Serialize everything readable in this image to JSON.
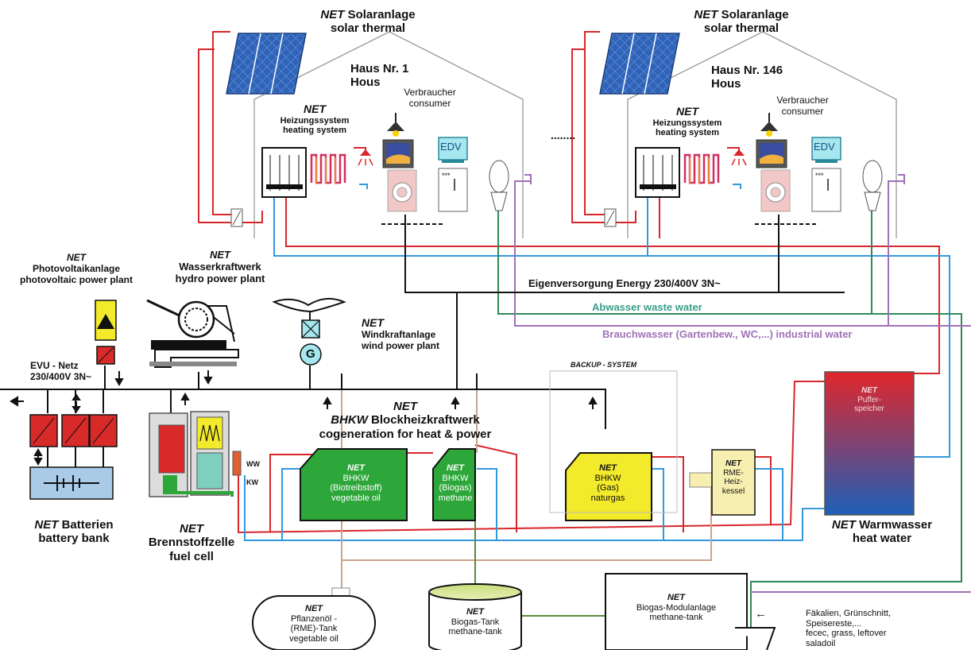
{
  "colors": {
    "hot_pipe": "#d9262b",
    "cold_pipe": "#3399dd",
    "waste_water": "#2e8b57",
    "industrial_water": "#a070b8",
    "oil_line": "#c9a48e",
    "biogas_line": "#5a8a3a",
    "power_line": "#111111",
    "chp_green": "#2da73a",
    "chp_yellow": "#f2ea2a",
    "battery_blue": "#a9cbe8",
    "inverter_red": "#d92a2a"
  },
  "house1": {
    "solar_net": "NET",
    "solar_de": "Solaranlage",
    "solar_en": "solar thermal",
    "title": "Haus Nr. 1",
    "subtitle": "Hous",
    "heating_net": "NET",
    "heating_de": "Heizungssystem",
    "heating_en": "heating system",
    "consumer_de": "Verbraucher",
    "consumer_en": "consumer",
    "edv": "EDV",
    "meter": "***"
  },
  "house146": {
    "solar_net": "NET",
    "solar_de": "Solaranlage",
    "solar_en": "solar thermal",
    "title": "Haus Nr. 146",
    "subtitle": "Hous",
    "heating_net": "NET",
    "heating_de": "Heizungssystem",
    "heating_en": "heating system",
    "consumer_de": "Verbraucher",
    "consumer_en": "consumer",
    "edv": "EDV",
    "meter": "***"
  },
  "ellipsis": "........",
  "lines": {
    "own_supply": "Eigenversorgung  Energy 230/400V  3N~",
    "waste_water": "Abwasser  waste water",
    "industrial_water": "Brauchwasser (Gartenbew., WC,...) industrial water"
  },
  "photovoltaic": {
    "net": "NET",
    "de": "Photovoltaikanlage",
    "en": "photovoltaic power plant"
  },
  "hydro": {
    "net": "NET",
    "de": "Wasserkraftwerk",
    "en": "hydro power plant"
  },
  "wind": {
    "net": "NET",
    "de": "Windkraftanlage",
    "en": "wind power plant",
    "generator": "G"
  },
  "grid": {
    "line1": "EVU - Netz",
    "line2": "230/400V  3N~"
  },
  "chp": {
    "net": "NET",
    "bhkw": "BHKW",
    "de": "Blockheizkraftwerk",
    "en": "cogeneration for heat & power"
  },
  "backup": "BACKUP - SYSTEM",
  "units": [
    {
      "net": "NET",
      "l1": "BHKW",
      "l2": "(Biotreibstoff)",
      "l3": "vegetable oil"
    },
    {
      "net": "NET",
      "l1": "BHKW",
      "l2": "(Biogas)",
      "l3": "methane"
    },
    {
      "net": "NET",
      "l1": "BHKW",
      "l2": "(Gas)",
      "l3": "naturgas"
    }
  ],
  "rme_boiler": {
    "net": "NET",
    "l1": "RME-",
    "l2": "Heiz-",
    "l3": "kessel"
  },
  "buffer": {
    "net": "NET",
    "l1": "Puffer-",
    "l2": "speicher"
  },
  "warm_water": {
    "net": "NET",
    "de": "Warmwasser",
    "en": "heat water"
  },
  "battery": {
    "net": "NET",
    "de": "Batterien",
    "en": "battery bank"
  },
  "fuel_cell": {
    "net": "NET",
    "de": "Brennstoffzelle",
    "en": "fuel cell",
    "ww": "WW",
    "kw": "KW"
  },
  "oil_tank": {
    "net": "NET",
    "l1": "Pflanzenöl -",
    "l2": "(RME)-Tank",
    "l3": "vegetable oil"
  },
  "biogas_tank": {
    "net": "NET",
    "l1": "Biogas-Tank",
    "l2": "methane-tank"
  },
  "biogas_plant": {
    "net": "NET",
    "l1": "Biogas-Modulanlage",
    "l2": "methane-tank"
  },
  "feed": {
    "arrow": "←",
    "l1": "Fäkalien, Grünschnitt,",
    "l2": "Speisereste,...",
    "l3": "fecec, grass, leftover",
    "l4": "saladoil"
  }
}
